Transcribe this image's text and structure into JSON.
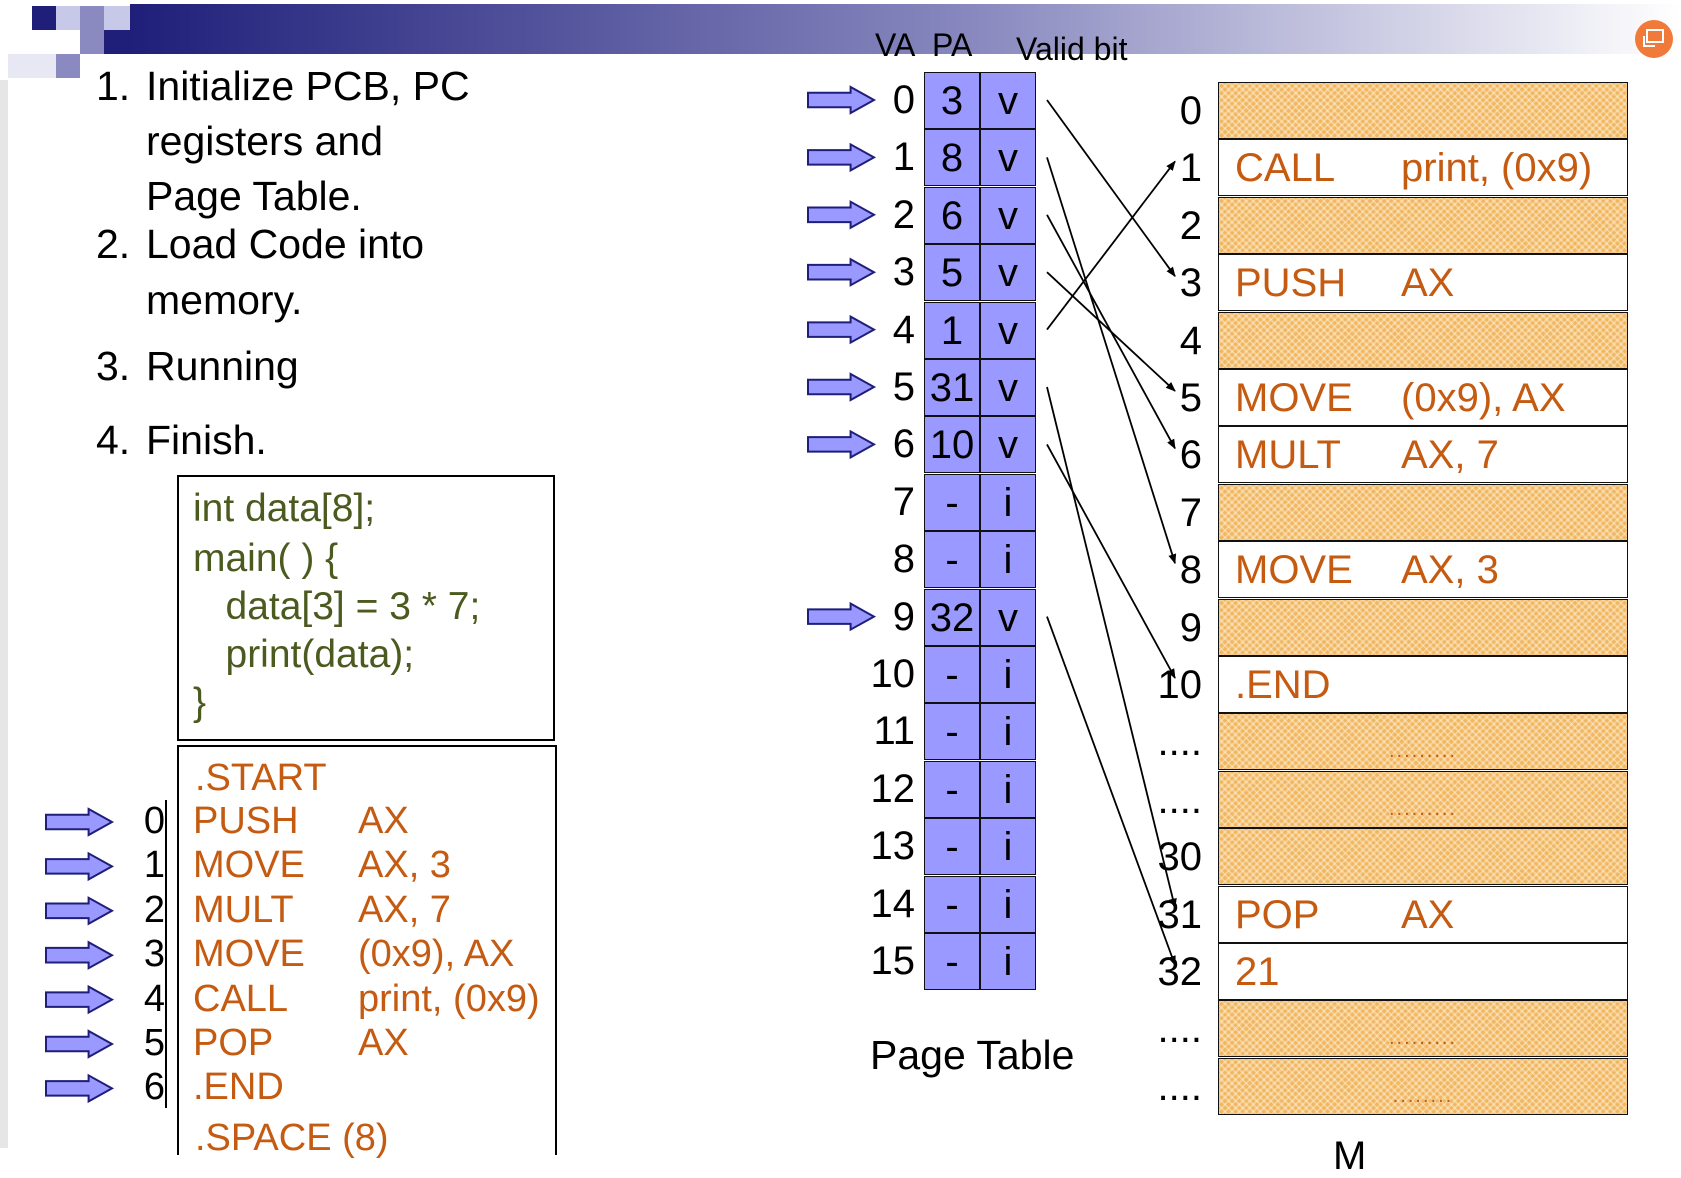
{
  "steps": [
    {
      "num": "1.",
      "lines": [
        "Initialize PCB, PC",
        "registers and",
        "Page Table."
      ]
    },
    {
      "num": "2.",
      "lines": [
        "Load Code into",
        "memory."
      ]
    },
    {
      "num": "3.",
      "lines": [
        "Running"
      ]
    },
    {
      "num": "4.",
      "lines": [
        "Finish."
      ]
    }
  ],
  "source_code": [
    "int data[8];",
    "main( ) {",
    "   data[3] = 3 * 7;",
    "   print(data);",
    "}"
  ],
  "assembly": {
    "start": ".START",
    "rows": [
      {
        "idx": "0",
        "op": "PUSH",
        "arg": "AX"
      },
      {
        "idx": "1",
        "op": "MOVE",
        "arg": "AX, 3"
      },
      {
        "idx": "2",
        "op": "MULT",
        "arg": "AX, 7"
      },
      {
        "idx": "3",
        "op": "MOVE",
        "arg": "(0x9), AX"
      },
      {
        "idx": "4",
        "op": "CALL",
        "arg": "print, (0x9)"
      },
      {
        "idx": "5",
        "op": "POP",
        "arg": "AX"
      },
      {
        "idx": "6",
        "op": ".END",
        "arg": ""
      }
    ],
    "space": ".SPACE (8)"
  },
  "page_table": {
    "headers": {
      "va": "VA",
      "pa": "PA",
      "valid": "Valid bit"
    },
    "caption": "Page Table",
    "rows": [
      {
        "va": "0",
        "pa": "3",
        "valid": "v"
      },
      {
        "va": "1",
        "pa": "8",
        "valid": "v"
      },
      {
        "va": "2",
        "pa": "6",
        "valid": "v"
      },
      {
        "va": "3",
        "pa": "5",
        "valid": "v"
      },
      {
        "va": "4",
        "pa": "1",
        "valid": "v"
      },
      {
        "va": "5",
        "pa": "31",
        "valid": "v"
      },
      {
        "va": "6",
        "pa": "10",
        "valid": "v"
      },
      {
        "va": "7",
        "pa": "-",
        "valid": "i"
      },
      {
        "va": "8",
        "pa": "-",
        "valid": "i"
      },
      {
        "va": "9",
        "pa": "32",
        "valid": "v"
      },
      {
        "va": "10",
        "pa": "-",
        "valid": "i"
      },
      {
        "va": "11",
        "pa": "-",
        "valid": "i"
      },
      {
        "va": "12",
        "pa": "-",
        "valid": "i"
      },
      {
        "va": "13",
        "pa": "-",
        "valid": "i"
      },
      {
        "va": "14",
        "pa": "-",
        "valid": "i"
      },
      {
        "va": "15",
        "pa": "-",
        "valid": "i"
      }
    ]
  },
  "memory": {
    "rows": [
      {
        "addr": "0",
        "op": "",
        "arg": "",
        "filled": false
      },
      {
        "addr": "1",
        "op": "CALL",
        "arg": "print, (0x9)",
        "filled": true
      },
      {
        "addr": "2",
        "op": "",
        "arg": "",
        "filled": false
      },
      {
        "addr": "3",
        "op": "PUSH",
        "arg": "AX",
        "filled": true
      },
      {
        "addr": "4",
        "op": "",
        "arg": "",
        "filled": false
      },
      {
        "addr": "5",
        "op": "MOVE",
        "arg": "(0x9), AX",
        "filled": true
      },
      {
        "addr": "6",
        "op": "MULT",
        "arg": "AX, 7",
        "filled": true
      },
      {
        "addr": "7",
        "op": "",
        "arg": "",
        "filled": false
      },
      {
        "addr": "8",
        "op": "MOVE",
        "arg": "AX, 3",
        "filled": true
      },
      {
        "addr": "9",
        "op": "",
        "arg": "",
        "filled": false
      },
      {
        "addr": "10",
        "op": ".END",
        "arg": "",
        "filled": true
      },
      {
        "addr": "....",
        "op": "",
        "arg": "",
        "filled": false,
        "dots": "........."
      },
      {
        "addr": "....",
        "op": "",
        "arg": "",
        "filled": false,
        "dots": "........."
      },
      {
        "addr": "30",
        "op": "",
        "arg": "",
        "filled": false
      },
      {
        "addr": "31",
        "op": "POP",
        "arg": "AX",
        "filled": true
      },
      {
        "addr": "32",
        "op": "21",
        "arg": "",
        "filled": true
      },
      {
        "addr": "....",
        "op": "",
        "arg": "",
        "filled": false,
        "dots": "........."
      },
      {
        "addr": "....",
        "op": "",
        "arg": "",
        "filled": false,
        "dots": "........"
      }
    ],
    "caption_partial": "M"
  },
  "colors": {
    "header_dark": "#1f1f7a",
    "table_fill": "#9999ff",
    "arrow_fill": "#9999ff",
    "memory_fill": "#f2b65c",
    "code_text": "#4b5a1f",
    "asm_text": "#c55a11",
    "badge": "#f07a3a"
  },
  "icons": {
    "corner_badge": "slide-badge-icon"
  }
}
